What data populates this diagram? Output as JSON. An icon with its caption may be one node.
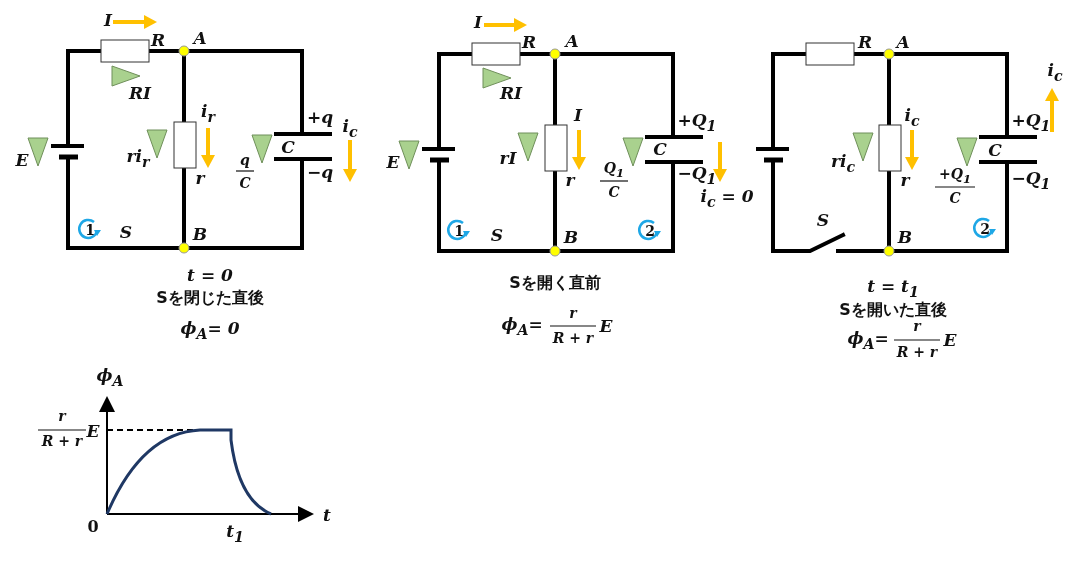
{
  "diagram": {
    "labels": [
      "I",
      "R",
      "A",
      "RI",
      "E",
      "i$_{r}$",
      "ri$_{r}$",
      "r",
      "+q",
      "i$_{c}$",
      "C",
      "q",
      "C",
      "−q",
      "1",
      "S",
      "B",
      "t = 0",
      "Sを閉じた直後",
      "ϕ$_{A}$= 0",
      "I",
      "R",
      "A",
      "RI",
      "E",
      "I",
      "rI",
      "r",
      "+Q$_{1}$",
      "C",
      "Q$_{1}$",
      "C",
      "−Q$_{1}$",
      "i$_{c}$ = 0",
      "1",
      "S",
      "2",
      "B",
      "Sを開く直前",
      "ϕ$_{A}$=",
      "r",
      "R + r",
      "E",
      "R",
      "A",
      "i$_{c}$",
      "i$_{c}$",
      "ri$_{c}$",
      "r",
      "+Q$_{1}$",
      "C",
      "+Q$_{1}$",
      "C",
      "−Q$_{1}$",
      "S",
      "2",
      "B",
      "t = t$_{1}$",
      "Sを開いた直後",
      "ϕ$_{A}$=",
      "r",
      "R + r",
      "E",
      "ϕ$_{A}$",
      "r",
      "R + r",
      "E",
      "t",
      "0",
      "t$_{1}$"
    ]
  }
}
